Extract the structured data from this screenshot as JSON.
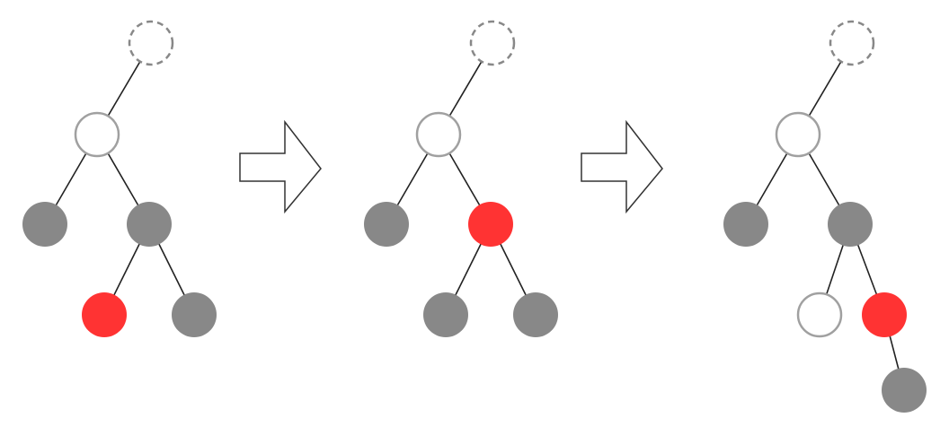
{
  "colors": {
    "background": "#ffffff",
    "gray_node": "#888888",
    "red_node": "#ff3333",
    "white_node_fill": "#ffffff",
    "white_node_stroke": "#a0a0a0",
    "dashed_node_stroke": "#888888",
    "edge": "#222222",
    "arrow_stroke": "#333333"
  },
  "diagram": {
    "type": "tree-transformation-sequence",
    "step_count": 3,
    "trees": [
      {
        "nodes": [
          {
            "id": "parent",
            "style": "dashed"
          },
          {
            "id": "root",
            "style": "white"
          },
          {
            "id": "left",
            "style": "gray"
          },
          {
            "id": "right",
            "style": "gray"
          },
          {
            "id": "right-left",
            "style": "red"
          },
          {
            "id": "right-right",
            "style": "gray"
          }
        ],
        "edges": [
          [
            "parent",
            "root"
          ],
          [
            "root",
            "left"
          ],
          [
            "root",
            "right"
          ],
          [
            "right",
            "right-left"
          ],
          [
            "right",
            "right-right"
          ]
        ]
      },
      {
        "nodes": [
          {
            "id": "parent",
            "style": "dashed"
          },
          {
            "id": "root",
            "style": "white"
          },
          {
            "id": "left",
            "style": "gray"
          },
          {
            "id": "right",
            "style": "red"
          },
          {
            "id": "right-left",
            "style": "gray"
          },
          {
            "id": "right-right",
            "style": "gray"
          }
        ],
        "edges": [
          [
            "parent",
            "root"
          ],
          [
            "root",
            "left"
          ],
          [
            "root",
            "right"
          ],
          [
            "right",
            "right-left"
          ],
          [
            "right",
            "right-right"
          ]
        ]
      },
      {
        "nodes": [
          {
            "id": "parent",
            "style": "dashed"
          },
          {
            "id": "root",
            "style": "white"
          },
          {
            "id": "left",
            "style": "gray"
          },
          {
            "id": "right",
            "style": "gray"
          },
          {
            "id": "right-left",
            "style": "white"
          },
          {
            "id": "right-right",
            "style": "red"
          },
          {
            "id": "right-right-child",
            "style": "gray"
          }
        ],
        "edges": [
          [
            "parent",
            "root"
          ],
          [
            "root",
            "left"
          ],
          [
            "root",
            "right"
          ],
          [
            "right",
            "right-left"
          ],
          [
            "right",
            "right-right"
          ],
          [
            "right-right",
            "right-right-child"
          ]
        ]
      }
    ],
    "arrows": [
      {
        "from_step": 1,
        "to_step": 2,
        "icon": "block-arrow-right-icon"
      },
      {
        "from_step": 2,
        "to_step": 3,
        "icon": "block-arrow-right-icon"
      }
    ]
  }
}
